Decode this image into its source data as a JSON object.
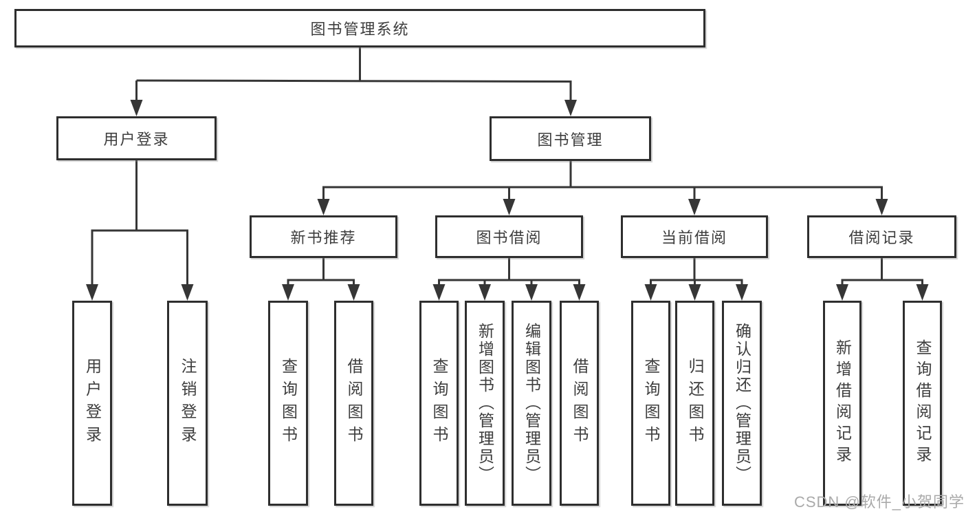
{
  "diagram": {
    "tree": {
      "label": "图书管理系统",
      "children": [
        {
          "label": "用户登录",
          "children": [
            {
              "label": "用户登录"
            },
            {
              "label": "注销登录"
            }
          ]
        },
        {
          "label": "图书管理",
          "children": [
            {
              "label": "新书推荐",
              "children": [
                {
                  "label": "查询图书"
                },
                {
                  "label": "借阅图书"
                }
              ]
            },
            {
              "label": "图书借阅",
              "children": [
                {
                  "label": "查询图书"
                },
                {
                  "label": "新增图书（管理员）"
                },
                {
                  "label": "编辑图书（管理员）"
                },
                {
                  "label": "借阅图书"
                }
              ]
            },
            {
              "label": "当前借阅",
              "children": [
                {
                  "label": "查询图书"
                },
                {
                  "label": "归还图书"
                },
                {
                  "label": "确认归还（管理员）"
                }
              ]
            },
            {
              "label": "借阅记录",
              "children": [
                {
                  "label": "新增借阅记录"
                },
                {
                  "label": "查询借阅记录"
                }
              ]
            }
          ]
        }
      ]
    }
  },
  "watermark": "CSDN @软件_小贺同学",
  "colors": {
    "line": "#363636",
    "box_border": "#2e2e2e",
    "text": "#3d3d3d",
    "watermark": "#aaaaaa",
    "background": "#ffffff"
  }
}
